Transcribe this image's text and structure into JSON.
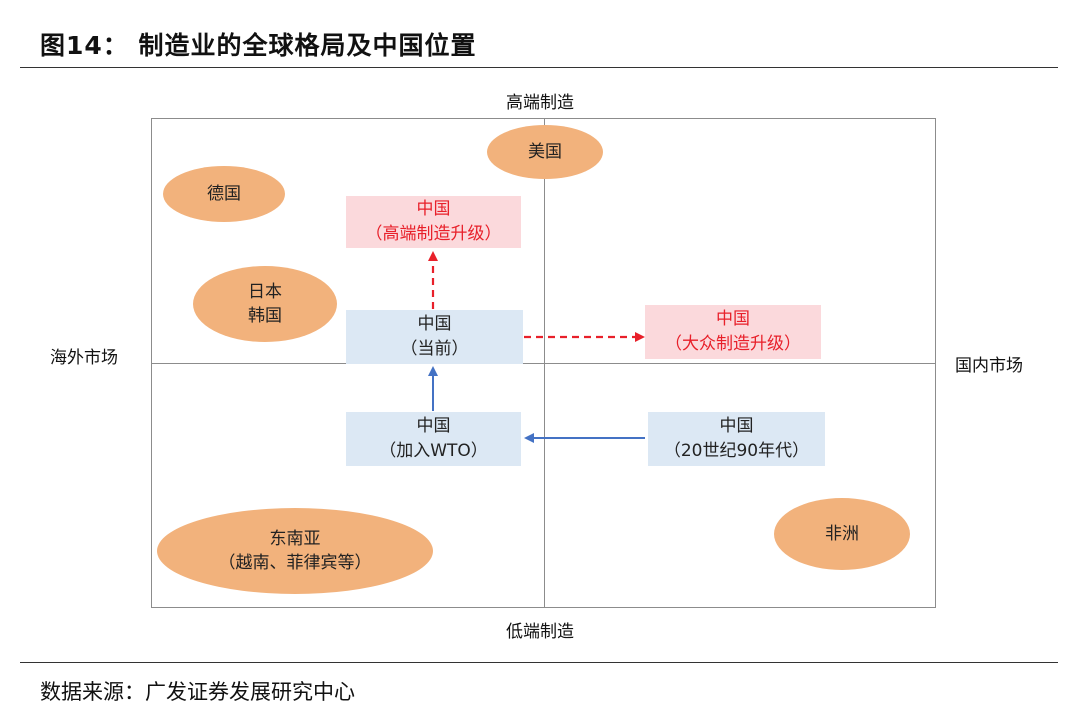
{
  "header": {
    "title": "图14：  制造业的全球格局及中国位置"
  },
  "axes": {
    "top": "高端制造",
    "bottom": "低端制造",
    "left": "海外市场",
    "right": "国内市场"
  },
  "regions": {
    "usa": "美国",
    "germany": "德国",
    "japan_korea": [
      "日本",
      "韩国"
    ],
    "southeast_asia": [
      "东南亚",
      "（越南、菲律宾等）"
    ],
    "africa": "非洲"
  },
  "china_stages": {
    "high_end_upgrade": [
      "中国",
      "（高端制造升级）"
    ],
    "current": [
      "中国",
      "（当前）"
    ],
    "mass_upgrade": [
      "中国",
      "（大众制造升级）"
    ],
    "wto": [
      "中国",
      "（加入WTO）"
    ],
    "nineties": [
      "中国",
      "（20世纪90年代）"
    ]
  },
  "colors": {
    "region_fill": "#f2b27c",
    "china_box_fill": "#dce8f4",
    "upgrade_box_fill": "#fbd9dc",
    "upgrade_text": "#e8202a",
    "solid_arrow": "#4472c4",
    "dashed_arrow": "#e8202a"
  },
  "footer": {
    "source": "数据来源：广发证券发展研究中心"
  }
}
